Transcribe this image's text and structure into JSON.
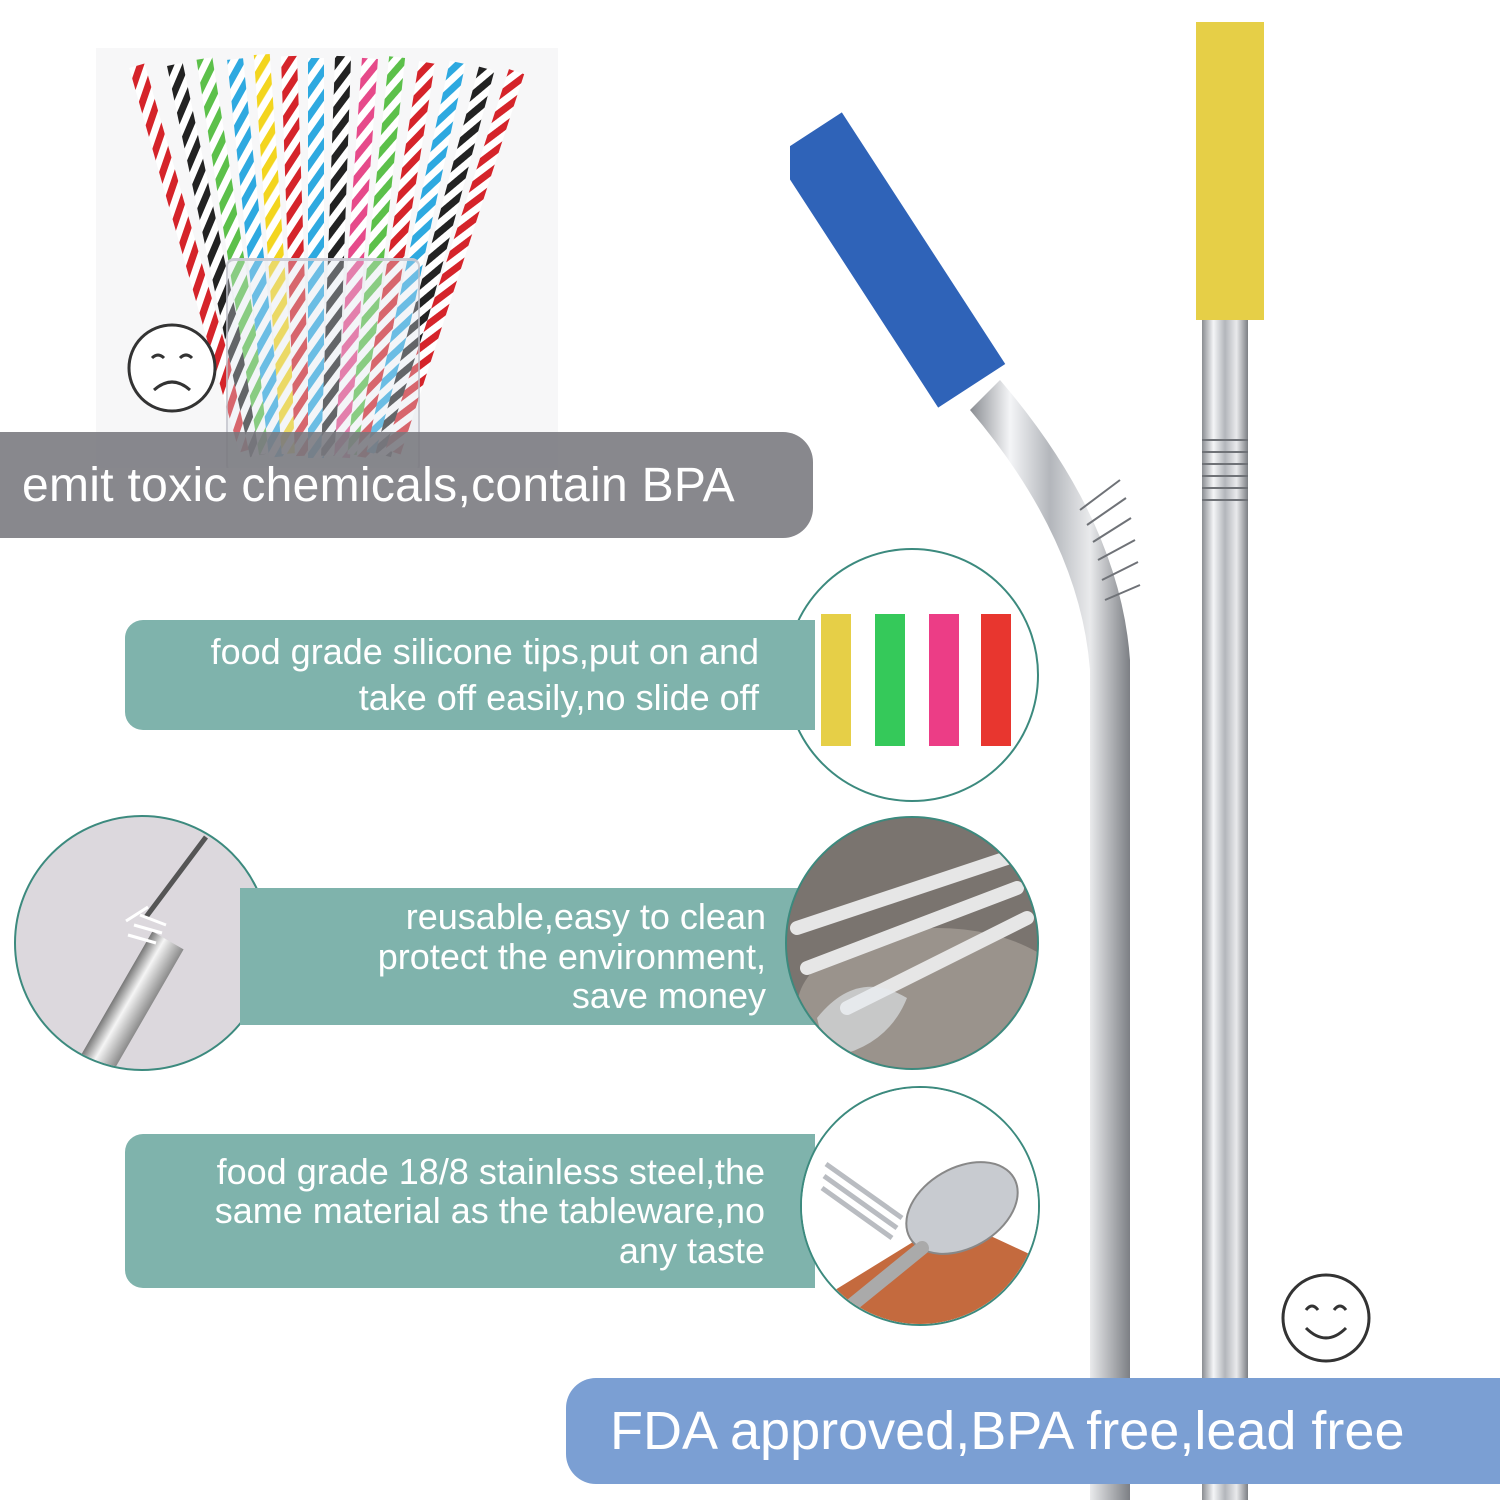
{
  "callouts": {
    "plastic_warning": "emit toxic chemicals,contain BPA",
    "silicone_tips_line1": "food grade silicone tips,put on and",
    "silicone_tips_line2": "take off easily,no slide off",
    "reusable_line1": "reusable,easy to clean",
    "reusable_line2": "protect the environment,",
    "reusable_line3": "save money",
    "steel_line1": "food grade 18/8 stainless steel,the",
    "steel_line2": "same material as the tableware,no",
    "steel_line3": "any taste",
    "approval": "FDA approved,BPA free,lead free"
  },
  "icons": {
    "sad": "sad-face-icon",
    "happy": "happy-face-icon"
  },
  "colors": {
    "teal_panel": "#7fb3ac",
    "gray_panel": "#78787d",
    "blue_panel": "#7b9fd3",
    "circle_border": "#3c8a7e",
    "tip_blue": "#2f63b8",
    "tip_yellow": "#e6cf47",
    "tip_green": "#35c95a",
    "tip_pink": "#ec3d86",
    "tip_red": "#e8362f"
  }
}
